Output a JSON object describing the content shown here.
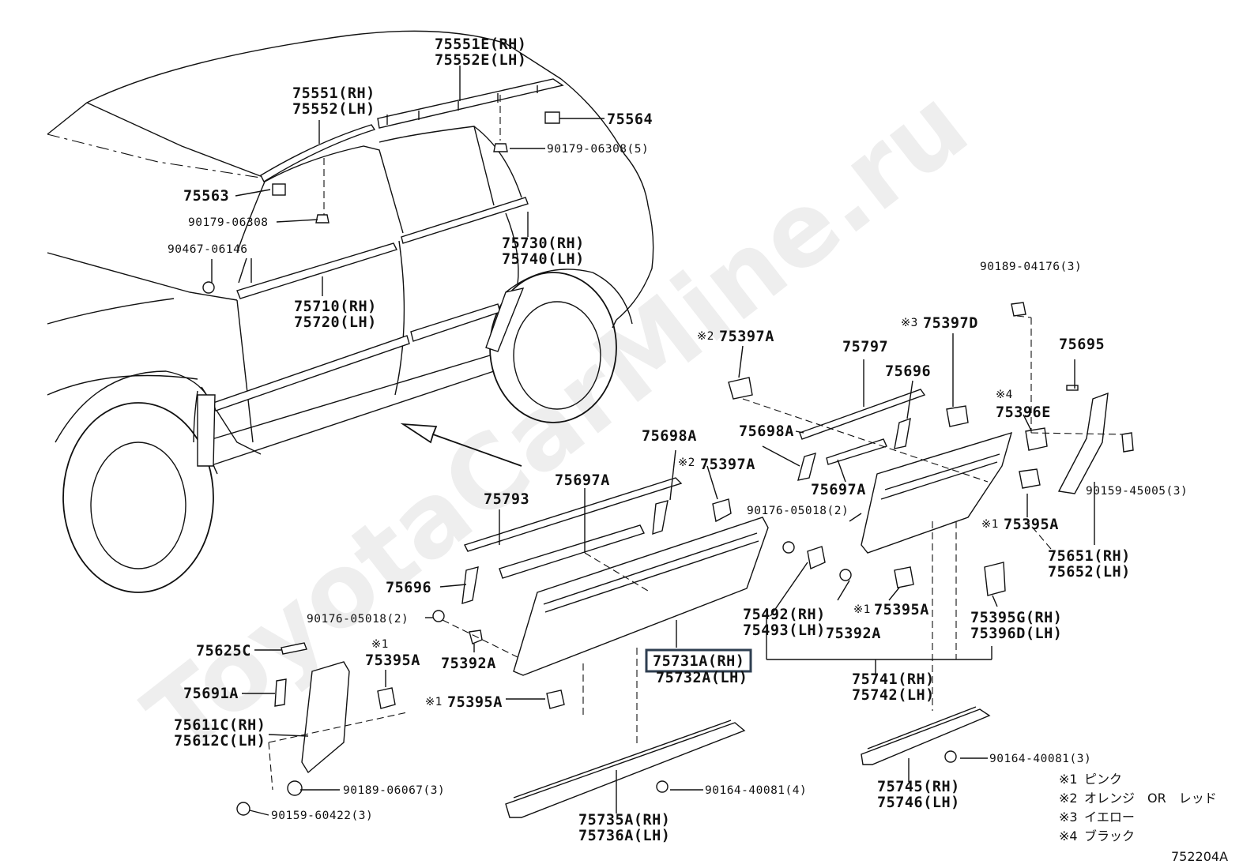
{
  "watermark": "ToyotaCarMine.ru",
  "diagram_code": "752204A",
  "labels": {
    "l75551e": "75551E(RH)",
    "l75552e": "75552E(LH)",
    "l75551": "75551(RH)",
    "l75552": "75552(LH)",
    "l75564": "75564",
    "l9017906308_5": "90179-06308(5)",
    "l75563": "75563",
    "l9017906308": "90179-06308",
    "l9046706146": "90467-06146",
    "l75730": "75730(RH)",
    "l75740": "75740(LH)",
    "l75710": "75710(RH)",
    "l75720": "75720(LH)",
    "l9018904176": "90189-04176(3)",
    "l75695": "75695",
    "l75397a_top_mark": "※2",
    "l75397a_top": "75397A",
    "l75797": "75797",
    "l75397d_mark": "※3",
    "l75397d": "75397D",
    "l75696_top": "75696",
    "l75396e_mark": "※4",
    "l75396e": "75396E",
    "l75698a_mid": "75698A",
    "l75697a_mid": "75697A",
    "l9015945005": "90159-45005(3)",
    "l75698a": "75698A",
    "l75397a_mid_mark": "※2",
    "l75397a_mid": "75397A",
    "l75697a": "75697A",
    "l75793": "75793",
    "l9017605018_top": "90176-05018(2)",
    "l75395a_right_mark": "※1",
    "l75395a_right": "75395A",
    "l75651": "75651(RH)",
    "l75652": "75652(LH)",
    "l75696": "75696",
    "l75492": "75492(RH)",
    "l75493": "75493(LH)",
    "l75395a_mid_mark": "※1",
    "l75395a_mid": "75395A",
    "l75392a_right": "75392A",
    "l75395g": "75395G(RH)",
    "l75396d": "75396D(LH)",
    "l9017605018": "90176-05018(2)",
    "l75392a": "75392A",
    "l75625c": "75625C",
    "l75395a_left_mark": "※1",
    "l75395a_left": "75395A",
    "l75731a": "75731A(RH)",
    "l75732a": "75732A(LH)",
    "l75741": "75741(RH)",
    "l75742": "75742(LH)",
    "l75691a": "75691A",
    "l75395a_low_mark": "※1",
    "l75395a_low": "75395A",
    "l75611c": "75611C(RH)",
    "l75612c": "75612C(LH)",
    "l9016440081_r": "90164-40081(3)",
    "l9018906067": "90189-06067(3)",
    "l75745": "75745(RH)",
    "l75746": "75746(LH)",
    "l9016440081": "90164-40081(4)",
    "l9015960422": "90159-60422(3)",
    "l75735a": "75735A(RH)",
    "l75736a": "75736A(LH)"
  },
  "legend": [
    {
      "mark": "※1",
      "text": "ピンク"
    },
    {
      "mark": "※2",
      "text": "オレンジ　OR　レッド"
    },
    {
      "mark": "※3",
      "text": "イエロー"
    },
    {
      "mark": "※4",
      "text": "ブラック"
    }
  ],
  "highlighted_part": "75731A(RH)"
}
